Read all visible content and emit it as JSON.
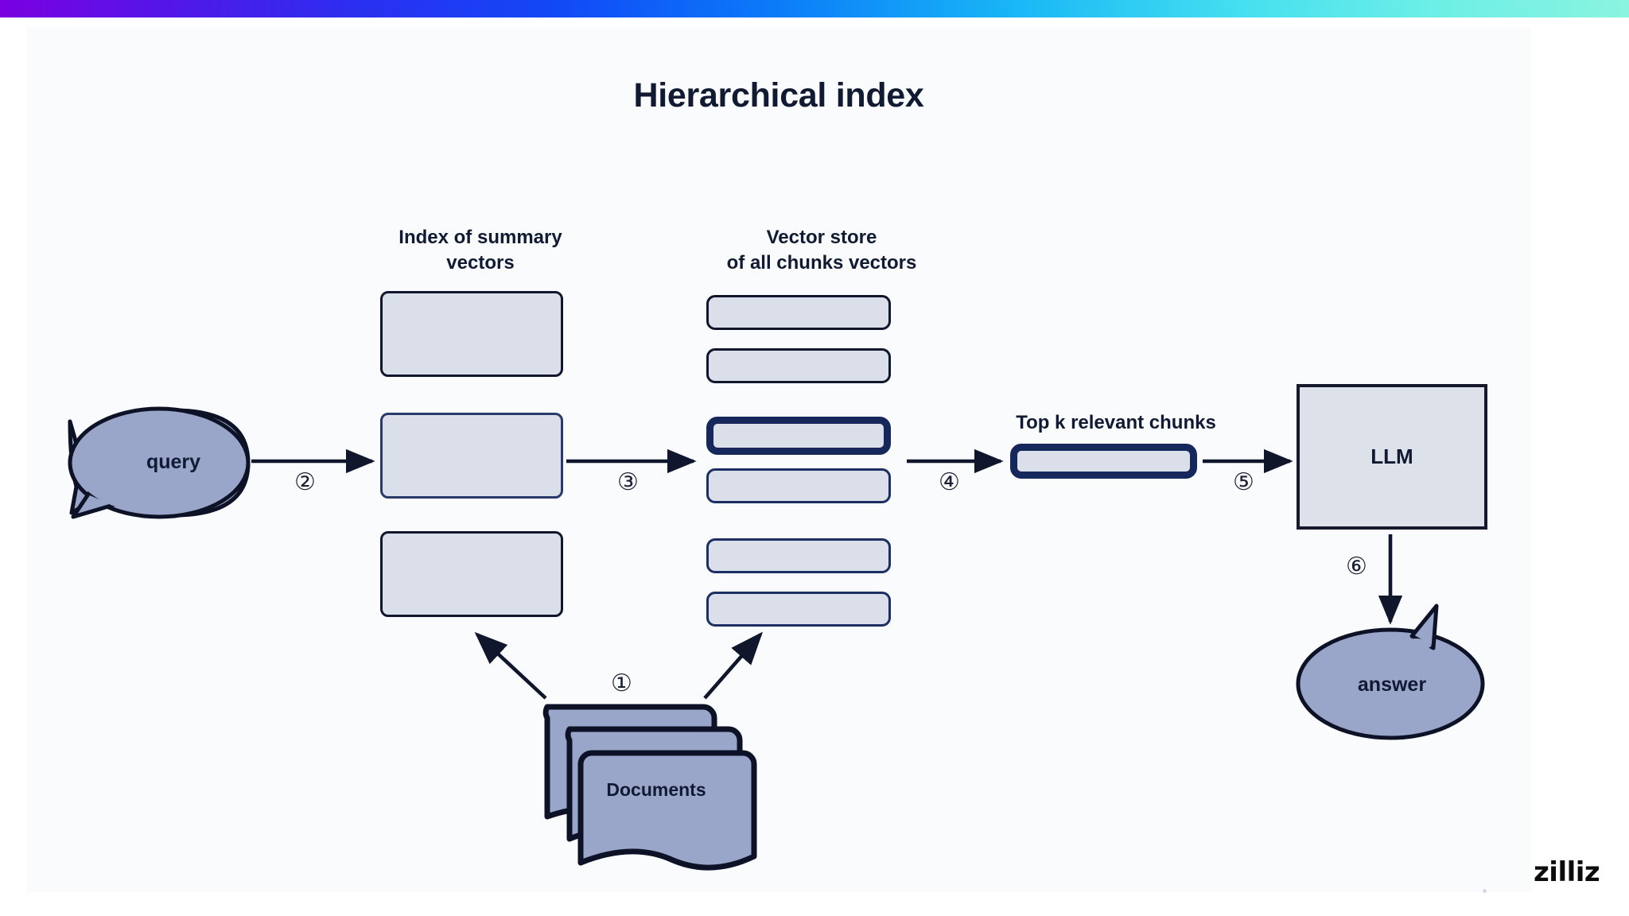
{
  "slide": {
    "title": "Hierarchical index",
    "background_color": "#fafbfd",
    "accent_gradient": [
      "#7a00e0",
      "#1248f6",
      "#18b6f6",
      "#8af4df"
    ]
  },
  "headings": {
    "summary_index": "Index of summary\nvectors",
    "summary_index_line1": "Index of summary",
    "summary_index_line2": "vectors",
    "vector_store_line1": "Vector store",
    "vector_store_line2": "of all chunks vectors",
    "top_k": "Top k relevant chunks"
  },
  "nodes": {
    "query": "query",
    "answer": "answer",
    "llm": "LLM",
    "documents": "Documents"
  },
  "steps": [
    {
      "id": "1",
      "glyph": "①"
    },
    {
      "id": "2",
      "glyph": "②"
    },
    {
      "id": "3",
      "glyph": "③"
    },
    {
      "id": "4",
      "glyph": "④"
    },
    {
      "id": "5",
      "glyph": "⑤"
    },
    {
      "id": "6",
      "glyph": "⑥"
    }
  ],
  "summary_boxes": [
    {
      "index": 0,
      "selected": false
    },
    {
      "index": 1,
      "selected": true
    },
    {
      "index": 2,
      "selected": false
    }
  ],
  "chunk_boxes": [
    {
      "index": 0,
      "selected": false
    },
    {
      "index": 1,
      "selected": false
    },
    {
      "index": 2,
      "selected": true
    },
    {
      "index": 3,
      "selected": false
    },
    {
      "index": 4,
      "selected": false
    },
    {
      "index": 5,
      "selected": false
    }
  ],
  "colors": {
    "bubble_fill": "#9aa6c9",
    "box_fill": "#dbdfe9",
    "outline_dark": "#10162c",
    "outline_navy": "#16275c",
    "text": "#111a33"
  },
  "branding": {
    "logo": "zilliz"
  }
}
